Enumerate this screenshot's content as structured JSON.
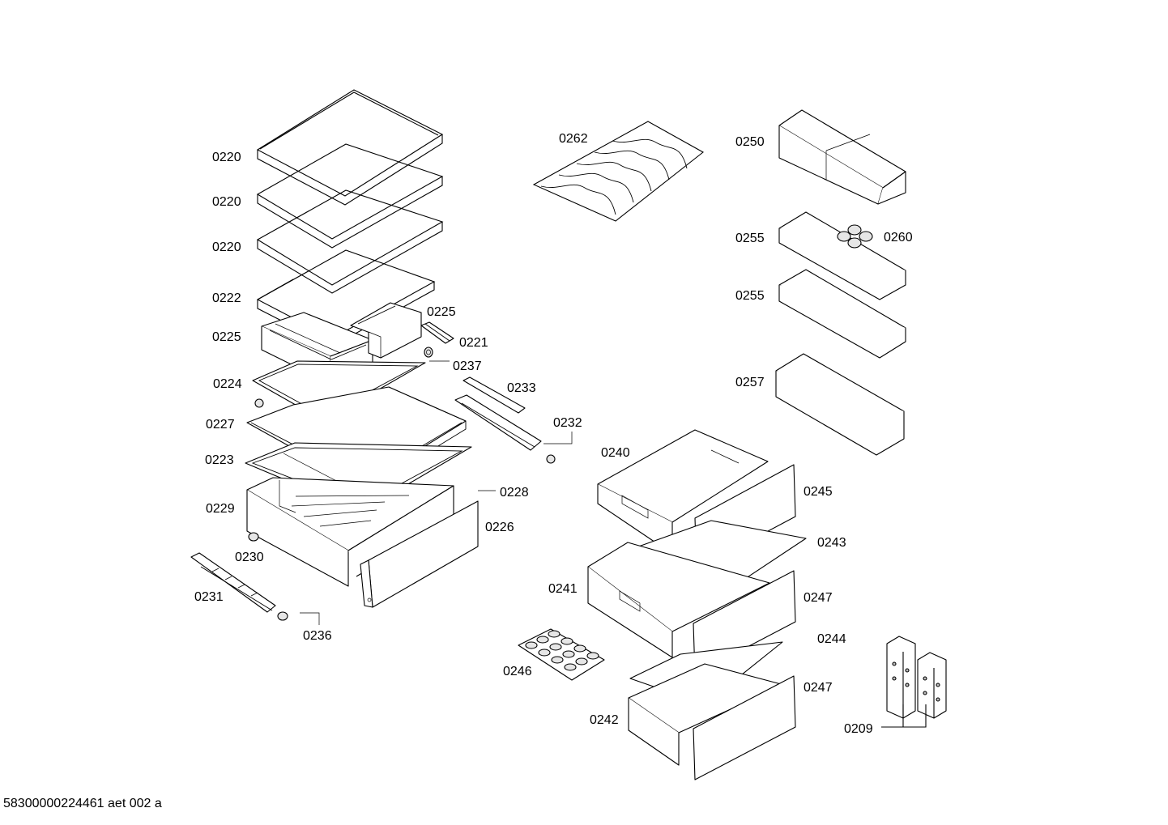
{
  "document_code": "58300000224461 aet 002 a",
  "labels": {
    "s1": "0220",
    "s2": "0220",
    "s3": "0220",
    "s4": "0222",
    "tray_left": "0225",
    "tray_right": "0225",
    "rail_right": "0221",
    "knob_a": "0237",
    "frame_upper": "0224",
    "frame_glass": "0227",
    "frame_lower": "0223",
    "crisper": "0229",
    "crisper_front": "0226",
    "crisper_support": "0228",
    "roller": "0230",
    "rail_left": "0231",
    "roller_b": "0236",
    "rail_cover": "0233",
    "rail_guide": "0232",
    "bottle_rack": "0262",
    "door_box": "0250",
    "door_shelf_a": "0255",
    "egg_insert": "0260",
    "door_shelf_b": "0255",
    "door_bottle_shelf": "0257",
    "drawer_top": "0240",
    "drawer_top_front": "0245",
    "drawer_cover_a": "0243",
    "drawer_mid": "0241",
    "drawer_mid_front": "0247",
    "drawer_cover_b": "0244",
    "egg_tray": "0246",
    "drawer_bottom": "0242",
    "drawer_bottom_front": "0247",
    "ice_packs": "0209"
  },
  "parts": {
    "shelf_glass": "shelf-glass-plate",
    "vegetable_tray": "vegetable-tray",
    "crisper_drawer": "crisper-drawer",
    "wine_rack": "wire-bottle-rack",
    "door_rack": "door-rack",
    "freezer_drawer": "freezer-drawer",
    "egg_tray": "egg-tray",
    "cold_pack": "cold-pack"
  }
}
